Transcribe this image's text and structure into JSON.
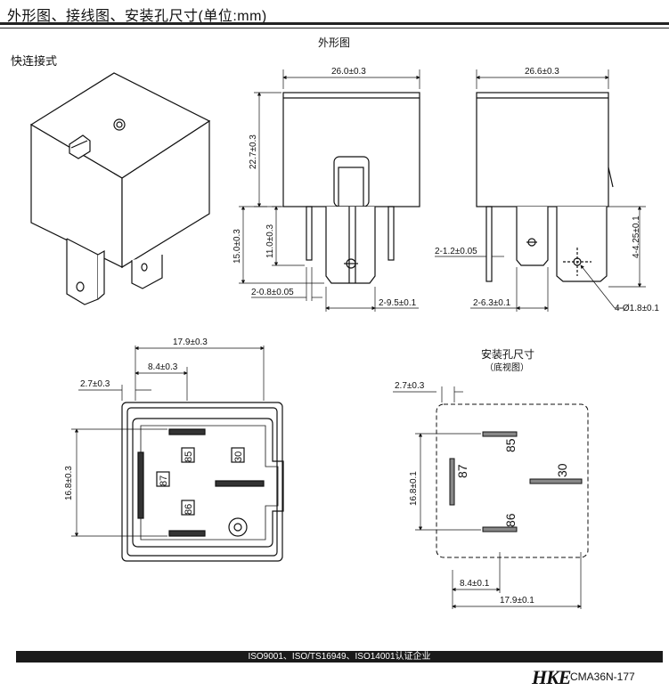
{
  "header": {
    "title": "外形图、接线图、安装孔尺寸(单位:mm)"
  },
  "labels": {
    "connection_type": "快连接式",
    "outline_drawing": "外形图",
    "mount_hole_title": "安装孔尺寸",
    "bottom_view": "（底视图）"
  },
  "front_view": {
    "width": "26.0±0.3",
    "height": "22.7±0.3",
    "pin_length": "11.0±0.3",
    "total_pin": "15.0±0.3",
    "pin_thickness": "2-0.8±0.05",
    "pin_width": "2-9.5±0.1"
  },
  "side_view": {
    "width": "26.6±0.3",
    "pin_thickness": "2-1.2±0.05",
    "pin_width": "2-6.3±0.1",
    "hole_height": "4-4.25±0.1",
    "hole_dia": "4-Ø1.8±0.1"
  },
  "bottom_view": {
    "span": "17.9±0.3",
    "offset": "8.4±0.3",
    "edge": "2.7±0.3",
    "height": "16.8±0.3",
    "pins": [
      "85",
      "30",
      "87",
      "86"
    ]
  },
  "mount_holes": {
    "edge": "2.7±0.3",
    "height": "16.8±0.1",
    "offset": "8.4±0.1",
    "span": "17.9±0.1",
    "pins": [
      "85",
      "87",
      "30",
      "86"
    ]
  },
  "footer": {
    "certifications": "ISO9001、ISO/TS16949、ISO14001认证企业",
    "brand": "HKE",
    "doc_code": "CMA36N-177"
  }
}
